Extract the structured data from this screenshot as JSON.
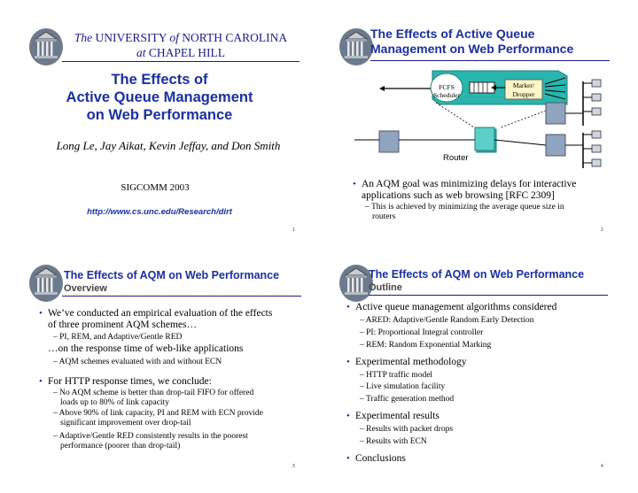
{
  "slide1": {
    "university_the": "The",
    "university_name_a": "UNIVERSITY",
    "university_of": "of",
    "university_name_b": "NORTH CAROLINA",
    "university_at": "at",
    "university_city": "CHAPEL HILL",
    "title_line1": "The Effects of",
    "title_line2": "Active Queue Management",
    "title_line3": "on Web Performance",
    "authors": "Long Le, Jay Aikat, Kevin Jeffay, and Don Smith",
    "conference": "SIGCOMM 2003",
    "url": "http://www.cs.unc.edu/Research/dirt",
    "page": "1"
  },
  "slide2": {
    "title_line1": "The Effects of Active Queue",
    "title_line2": "Management on Web Performance",
    "diagram": {
      "fcfs_line1": "FCFS",
      "fcfs_line2": "Scheduler",
      "marker_line1": "Marker/",
      "marker_line2": "Dropper",
      "router_label": "Router"
    },
    "bullet1_line1": "An AQM goal was minimizing delays for interactive",
    "bullet1_line2": "applications such as web browsing [RFC 2309]",
    "sub1_line1": "– This is achieved by minimizing the average queue size in",
    "sub1_line2": "routers",
    "page": "2"
  },
  "slide3": {
    "title": "The Effects of AQM on Web Performance",
    "subtitle": "Overview",
    "b1_line1": "We’ve conducted an empirical evaluation of the effects",
    "b1_line2": "of three prominent AQM schemes…",
    "b1_sub1": "– PI, REM, and Adaptive/Gentle RED",
    "b1_cont": "…on the response time of web-like applications",
    "b1_sub2": "– AQM schemes evaluated with and without ECN",
    "b2": "For HTTP response times, we conclude:",
    "b2_sub1_line1": "– No AQM scheme is better than drop-tail FIFO for offered",
    "b2_sub1_line2": "loads up to 80% of link capacity",
    "b2_sub2_line1": "– Above 90% of link capacity, PI and REM with ECN provide",
    "b2_sub2_line2": "significant improvement over drop-tail",
    "b2_sub3_line1": "– Adaptive/Gentle RED consistently results in the poorest",
    "b2_sub3_line2": "performance (poorer than drop-tail)",
    "page": "3"
  },
  "slide4": {
    "title": "The Effects of AQM on Web Performance",
    "subtitle": "Outline",
    "b1": "Active queue management algorithms considered",
    "b1_s1": "– ARED: Adaptive/Gentle Random Early Detection",
    "b1_s2": "– PI: Proportional Integral controller",
    "b1_s3": "– REM: Random Exponential Marking",
    "b2": "Experimental methodology",
    "b2_s1": "– HTTP traffic model",
    "b2_s2": "– Live simulation facility",
    "b2_s3": "– Traffic generation method",
    "b3": "Experimental results",
    "b3_s1": "– Results with packet drops",
    "b3_s2": "– Results with ECN",
    "b4": "Conclusions",
    "page": "4"
  },
  "colors": {
    "title_blue": "#1b2fa0",
    "teal": "#2ab5ad",
    "rule": "#1b1b8a"
  }
}
